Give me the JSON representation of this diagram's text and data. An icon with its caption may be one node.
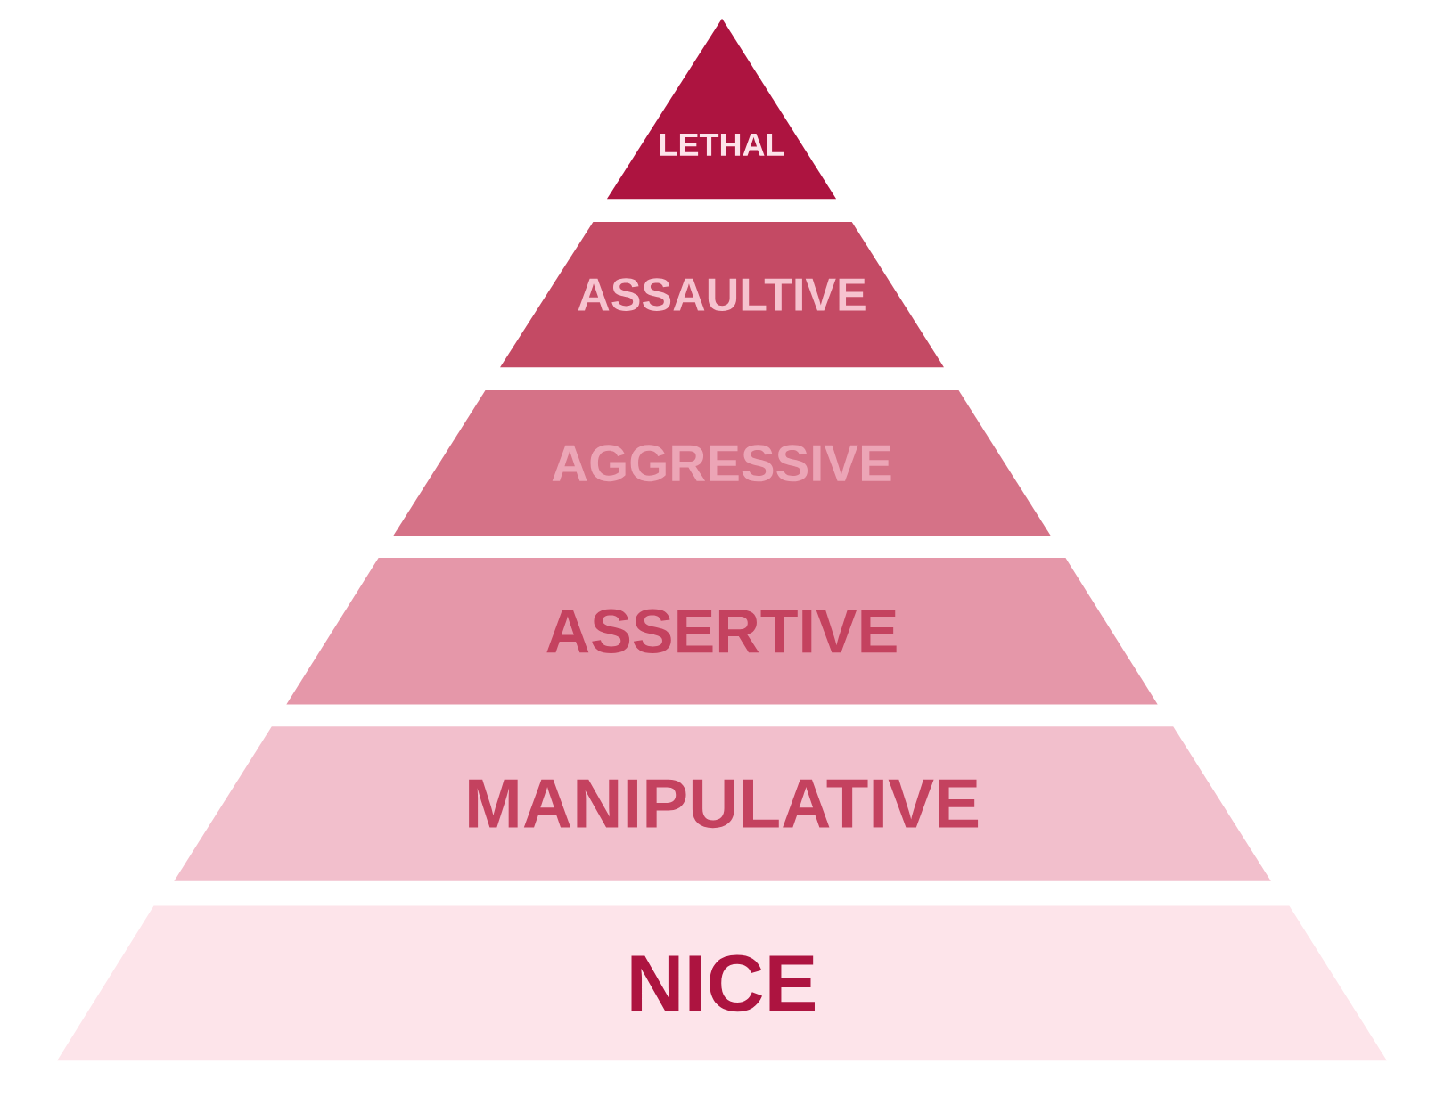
{
  "diagram": {
    "nodes": [
      {
        "text": [
          "LETHAL"
        ]
      },
      {
        "text": [
          "ASSAULTIVE"
        ]
      },
      {
        "text": [
          "AGGRESSIVE"
        ]
      },
      {
        "text": [
          "ASSERTIVE"
        ]
      },
      {
        "text": [
          "MANIPULATIVE"
        ]
      },
      {
        "text": [
          "NICE"
        ]
      }
    ]
  }
}
